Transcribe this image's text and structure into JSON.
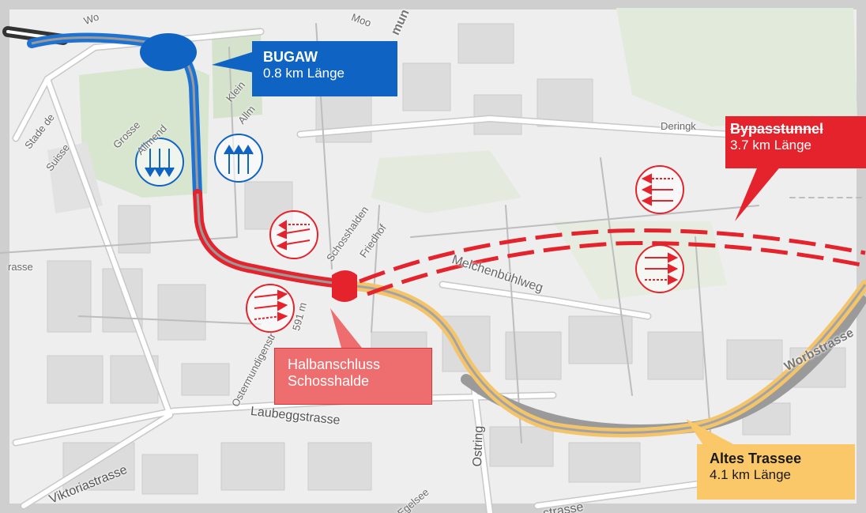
{
  "callouts": {
    "bugaw": {
      "title": "BUGAW",
      "length": "0.8 km Länge",
      "color": "#0f64c3"
    },
    "bypasstunnel": {
      "title": "Bypasstunnel",
      "length": "3.7 km Länge",
      "color": "#e5232d"
    },
    "halbanschluss": {
      "line1": "Halbanschluss",
      "line2": "Schosshalde",
      "color": "#ee6d6e"
    },
    "altes_trassee": {
      "title": "Altes Trassee",
      "length": "4.1 km Länge",
      "color": "#fbc869"
    }
  },
  "street_labels": {
    "stade_de_suisse_1": "Stade de",
    "stade_de_suisse_2": "Suisse",
    "grosse_allmend_1": "Grosse",
    "grosse_allmend_2": "Allmend",
    "kleine_allmend_1": "Klein",
    "kleine_allmend_2": "Allm",
    "schosshalden_1": "Schosshalden",
    "schosshalden_2": "Friedhof",
    "melchenbuehlweg": "Melchenbühlweg",
    "worbstrasse": "Worbstrasse",
    "laubeggstrasse": "Laubeggstrasse",
    "viktoriastrasse": "Viktoriastrasse",
    "ostermundigen": "Ostermundigenstr",
    "ostring": "Ostring",
    "egelsee": "Egelsee",
    "deringk": "Deringk",
    "trasse_left": "rasse",
    "moo": "Moo",
    "mun": "mun",
    "wo": "Wo",
    "dist_591m": "591 m",
    "strasse_bottom": "strasse"
  },
  "direction_markers": [
    {
      "id": "blue-down",
      "direction": "down",
      "style": "solid",
      "color": "#0f64c3"
    },
    {
      "id": "blue-up",
      "direction": "up",
      "style": "solid",
      "color": "#0f64c3"
    },
    {
      "id": "red-left-1",
      "direction": "left",
      "style": "mixed",
      "color": "#e5232d"
    },
    {
      "id": "red-right-1",
      "direction": "right",
      "style": "mixed",
      "color": "#e5232d"
    },
    {
      "id": "red-left-2",
      "direction": "left",
      "style": "mixed",
      "color": "#e5232d"
    },
    {
      "id": "red-right-2",
      "direction": "right",
      "style": "mixed",
      "color": "#e5232d"
    }
  ]
}
